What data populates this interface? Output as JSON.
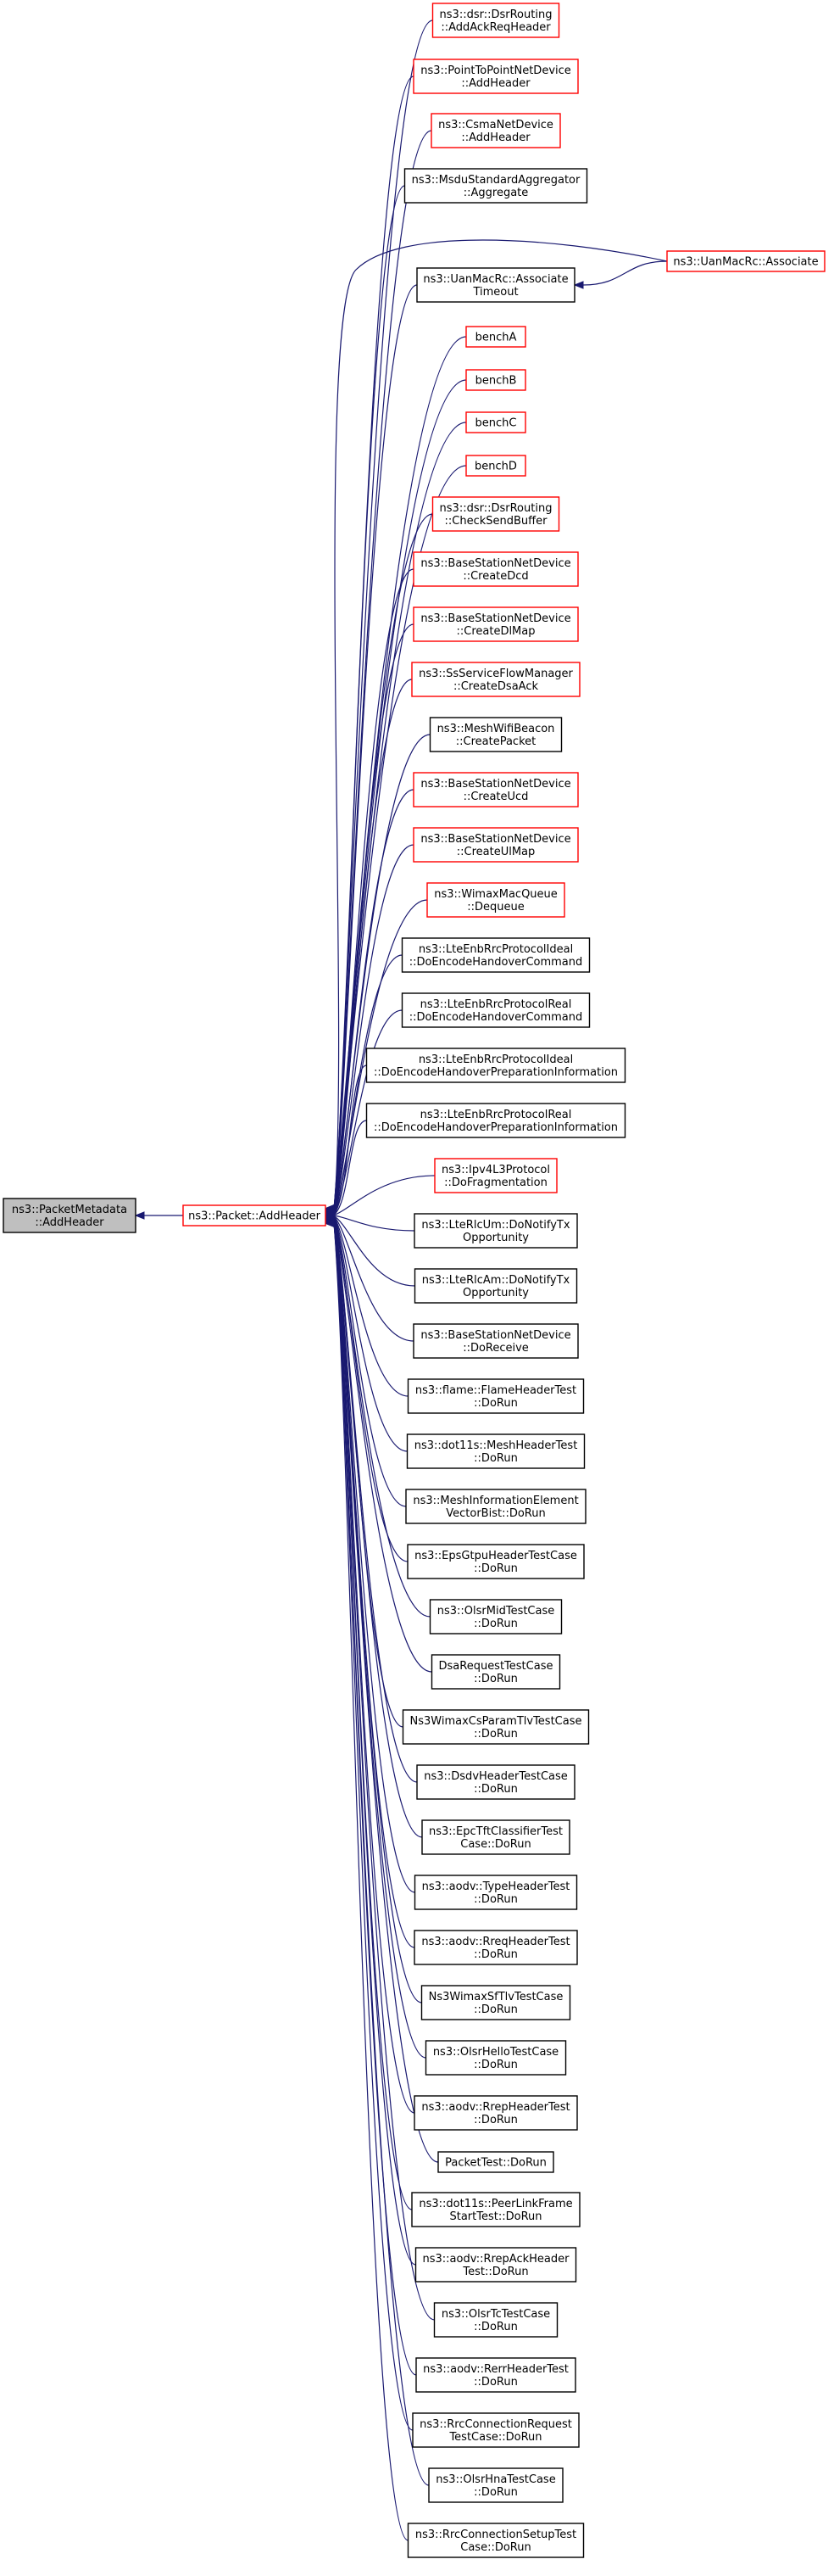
{
  "nodes": [
    {
      "id": "root",
      "lines": [
        "ns3::PacketMetadata",
        "::AddHeader"
      ],
      "style": "root"
    },
    {
      "id": "hub",
      "lines": [
        "ns3::Packet::AddHeader"
      ],
      "style": "red"
    },
    {
      "id": "n1",
      "lines": [
        "ns3::dsr::DsrRouting",
        "::AddAckReqHeader"
      ],
      "style": "red"
    },
    {
      "id": "n2",
      "lines": [
        "ns3::PointToPointNetDevice",
        "::AddHeader"
      ],
      "style": "red"
    },
    {
      "id": "n3",
      "lines": [
        "ns3::CsmaNetDevice",
        "::AddHeader"
      ],
      "style": "red"
    },
    {
      "id": "n4",
      "lines": [
        "ns3::MsduStandardAggregator",
        "::Aggregate"
      ],
      "style": "black"
    },
    {
      "id": "n5",
      "lines": [
        "ns3::UanMacRc::Associate",
        "Timeout"
      ],
      "style": "black"
    },
    {
      "id": "n5b",
      "lines": [
        "ns3::UanMacRc::Associate"
      ],
      "style": "red"
    },
    {
      "id": "n6",
      "lines": [
        "benchA"
      ],
      "style": "red"
    },
    {
      "id": "n7",
      "lines": [
        "benchB"
      ],
      "style": "red"
    },
    {
      "id": "n8",
      "lines": [
        "benchC"
      ],
      "style": "red"
    },
    {
      "id": "n9",
      "lines": [
        "benchD"
      ],
      "style": "red"
    },
    {
      "id": "n10",
      "lines": [
        "ns3::dsr::DsrRouting",
        "::CheckSendBuffer"
      ],
      "style": "red"
    },
    {
      "id": "n11",
      "lines": [
        "ns3::BaseStationNetDevice",
        "::CreateDcd"
      ],
      "style": "red"
    },
    {
      "id": "n12",
      "lines": [
        "ns3::BaseStationNetDevice",
        "::CreateDlMap"
      ],
      "style": "red"
    },
    {
      "id": "n13",
      "lines": [
        "ns3::SsServiceFlowManager",
        "::CreateDsaAck"
      ],
      "style": "red"
    },
    {
      "id": "n14",
      "lines": [
        "ns3::MeshWifiBeacon",
        "::CreatePacket"
      ],
      "style": "black"
    },
    {
      "id": "n15",
      "lines": [
        "ns3::BaseStationNetDevice",
        "::CreateUcd"
      ],
      "style": "red"
    },
    {
      "id": "n16",
      "lines": [
        "ns3::BaseStationNetDevice",
        "::CreateUlMap"
      ],
      "style": "red"
    },
    {
      "id": "n17",
      "lines": [
        "ns3::WimaxMacQueue",
        "::Dequeue"
      ],
      "style": "red"
    },
    {
      "id": "n18",
      "lines": [
        "ns3::LteEnbRrcProtocolIdeal",
        "::DoEncodeHandoverCommand"
      ],
      "style": "black"
    },
    {
      "id": "n19",
      "lines": [
        "ns3::LteEnbRrcProtocolReal",
        "::DoEncodeHandoverCommand"
      ],
      "style": "black"
    },
    {
      "id": "n20",
      "lines": [
        "ns3::LteEnbRrcProtocolIdeal",
        "::DoEncodeHandoverPreparationInformation"
      ],
      "style": "black"
    },
    {
      "id": "n21",
      "lines": [
        "ns3::LteEnbRrcProtocolReal",
        "::DoEncodeHandoverPreparationInformation"
      ],
      "style": "black"
    },
    {
      "id": "n22",
      "lines": [
        "ns3::Ipv4L3Protocol",
        "::DoFragmentation"
      ],
      "style": "red"
    },
    {
      "id": "n23",
      "lines": [
        "ns3::LteRlcUm::DoNotifyTx",
        "Opportunity"
      ],
      "style": "black"
    },
    {
      "id": "n24",
      "lines": [
        "ns3::LteRlcAm::DoNotifyTx",
        "Opportunity"
      ],
      "style": "black"
    },
    {
      "id": "n25",
      "lines": [
        "ns3::BaseStationNetDevice",
        "::DoReceive"
      ],
      "style": "black"
    },
    {
      "id": "n26",
      "lines": [
        "ns3::flame::FlameHeaderTest",
        "::DoRun"
      ],
      "style": "black"
    },
    {
      "id": "n27",
      "lines": [
        "ns3::dot11s::MeshHeaderTest",
        "::DoRun"
      ],
      "style": "black"
    },
    {
      "id": "n28",
      "lines": [
        "ns3::MeshInformationElement",
        "VectorBist::DoRun"
      ],
      "style": "black"
    },
    {
      "id": "n29",
      "lines": [
        "ns3::EpsGtpuHeaderTestCase",
        "::DoRun"
      ],
      "style": "black"
    },
    {
      "id": "n30",
      "lines": [
        "ns3::OlsrMidTestCase",
        "::DoRun"
      ],
      "style": "black"
    },
    {
      "id": "n31",
      "lines": [
        "DsaRequestTestCase",
        "::DoRun"
      ],
      "style": "black"
    },
    {
      "id": "n32",
      "lines": [
        "Ns3WimaxCsParamTlvTestCase",
        "::DoRun"
      ],
      "style": "black"
    },
    {
      "id": "n33",
      "lines": [
        "ns3::DsdvHeaderTestCase",
        "::DoRun"
      ],
      "style": "black"
    },
    {
      "id": "n34",
      "lines": [
        "ns3::EpcTftClassifierTest",
        "Case::DoRun"
      ],
      "style": "black"
    },
    {
      "id": "n35",
      "lines": [
        "ns3::aodv::TypeHeaderTest",
        "::DoRun"
      ],
      "style": "black"
    },
    {
      "id": "n36",
      "lines": [
        "ns3::aodv::RreqHeaderTest",
        "::DoRun"
      ],
      "style": "black"
    },
    {
      "id": "n37",
      "lines": [
        "Ns3WimaxSfTlvTestCase",
        "::DoRun"
      ],
      "style": "black"
    },
    {
      "id": "n38",
      "lines": [
        "ns3::OlsrHelloTestCase",
        "::DoRun"
      ],
      "style": "black"
    },
    {
      "id": "n39",
      "lines": [
        "ns3::aodv::RrepHeaderTest",
        "::DoRun"
      ],
      "style": "black"
    },
    {
      "id": "n40",
      "lines": [
        "PacketTest::DoRun"
      ],
      "style": "black"
    },
    {
      "id": "n41",
      "lines": [
        "ns3::dot11s::PeerLinkFrame",
        "StartTest::DoRun"
      ],
      "style": "black"
    },
    {
      "id": "n42",
      "lines": [
        "ns3::aodv::RrepAckHeader",
        "Test::DoRun"
      ],
      "style": "black"
    },
    {
      "id": "n43",
      "lines": [
        "ns3::OlsrTcTestCase",
        "::DoRun"
      ],
      "style": "black"
    },
    {
      "id": "n44",
      "lines": [
        "ns3::aodv::RerrHeaderTest",
        "::DoRun"
      ],
      "style": "black"
    },
    {
      "id": "n45",
      "lines": [
        "ns3::RrcConnectionRequest",
        "TestCase::DoRun"
      ],
      "style": "black"
    },
    {
      "id": "n46",
      "lines": [
        "ns3::OlsrHnaTestCase",
        "::DoRun"
      ],
      "style": "black"
    },
    {
      "id": "n47",
      "lines": [
        "ns3::RrcConnectionSetupTest",
        "Case::DoRun"
      ],
      "style": "black"
    }
  ],
  "edges": [
    {
      "from": "hub",
      "to": "root"
    },
    {
      "from": "n5b",
      "to": "n5"
    },
    {
      "from": "n1",
      "to": "hub"
    },
    {
      "from": "n2",
      "to": "hub"
    },
    {
      "from": "n3",
      "to": "hub"
    },
    {
      "from": "n4",
      "to": "hub"
    },
    {
      "from": "n5b",
      "to": "hub"
    },
    {
      "from": "n5",
      "to": "hub"
    },
    {
      "from": "n6",
      "to": "hub"
    },
    {
      "from": "n7",
      "to": "hub"
    },
    {
      "from": "n8",
      "to": "hub"
    },
    {
      "from": "n9",
      "to": "hub"
    },
    {
      "from": "n10",
      "to": "hub"
    },
    {
      "from": "n11",
      "to": "hub"
    },
    {
      "from": "n12",
      "to": "hub"
    },
    {
      "from": "n13",
      "to": "hub"
    },
    {
      "from": "n14",
      "to": "hub"
    },
    {
      "from": "n15",
      "to": "hub"
    },
    {
      "from": "n16",
      "to": "hub"
    },
    {
      "from": "n17",
      "to": "hub"
    },
    {
      "from": "n18",
      "to": "hub"
    },
    {
      "from": "n19",
      "to": "hub"
    },
    {
      "from": "n20",
      "to": "hub"
    },
    {
      "from": "n21",
      "to": "hub"
    },
    {
      "from": "n22",
      "to": "hub"
    },
    {
      "from": "n23",
      "to": "hub"
    },
    {
      "from": "n24",
      "to": "hub"
    },
    {
      "from": "n25",
      "to": "hub"
    },
    {
      "from": "n26",
      "to": "hub"
    },
    {
      "from": "n27",
      "to": "hub"
    },
    {
      "from": "n28",
      "to": "hub"
    },
    {
      "from": "n29",
      "to": "hub"
    },
    {
      "from": "n30",
      "to": "hub"
    },
    {
      "from": "n31",
      "to": "hub"
    },
    {
      "from": "n32",
      "to": "hub"
    },
    {
      "from": "n33",
      "to": "hub"
    },
    {
      "from": "n34",
      "to": "hub"
    },
    {
      "from": "n35",
      "to": "hub"
    },
    {
      "from": "n36",
      "to": "hub"
    },
    {
      "from": "n37",
      "to": "hub"
    },
    {
      "from": "n38",
      "to": "hub"
    },
    {
      "from": "n39",
      "to": "hub"
    },
    {
      "from": "n40",
      "to": "hub"
    },
    {
      "from": "n41",
      "to": "hub"
    },
    {
      "from": "n42",
      "to": "hub"
    },
    {
      "from": "n43",
      "to": "hub"
    },
    {
      "from": "n44",
      "to": "hub"
    },
    {
      "from": "n45",
      "to": "hub"
    },
    {
      "from": "n46",
      "to": "hub"
    },
    {
      "from": "n47",
      "to": "hub"
    }
  ],
  "colors": {
    "edge": "#191970",
    "caller_border": "#000000",
    "documented_caller_border": "#ff0000",
    "root_fill": "#bfbfbf"
  }
}
